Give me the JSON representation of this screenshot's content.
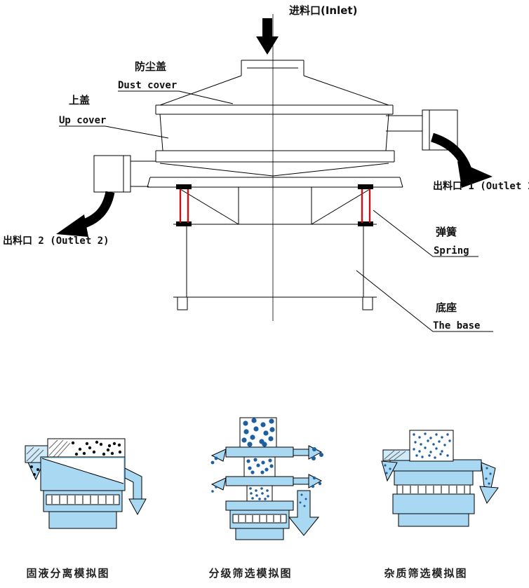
{
  "labels": {
    "inlet": "进料口(Inlet)",
    "dust_cover_zh": "防尘盖",
    "dust_cover_en": "Dust cover",
    "up_cover_zh": "上盖",
    "up_cover_en": "Up cover",
    "outlet2": "出料口 2 (Outlet 2)",
    "outlet1": "出料口 1 (Outlet 1",
    "spring_zh": "弹簧",
    "spring_en": "Spring",
    "base_zh": "底座",
    "base_en": "The base"
  },
  "captions": {
    "solid_liquid": "固液分离模拟图",
    "grading": "分级筛选模拟图",
    "impurity": "杂质筛选模拟图"
  },
  "colors": {
    "line": "#000000",
    "spring_red": "#cc1111",
    "sim_blue": "#a9d9f2",
    "sim_blue_light": "#cfeaf8",
    "dot_blue": "#1d5fa0",
    "dot_black": "#111111",
    "background": "#ffffff"
  }
}
